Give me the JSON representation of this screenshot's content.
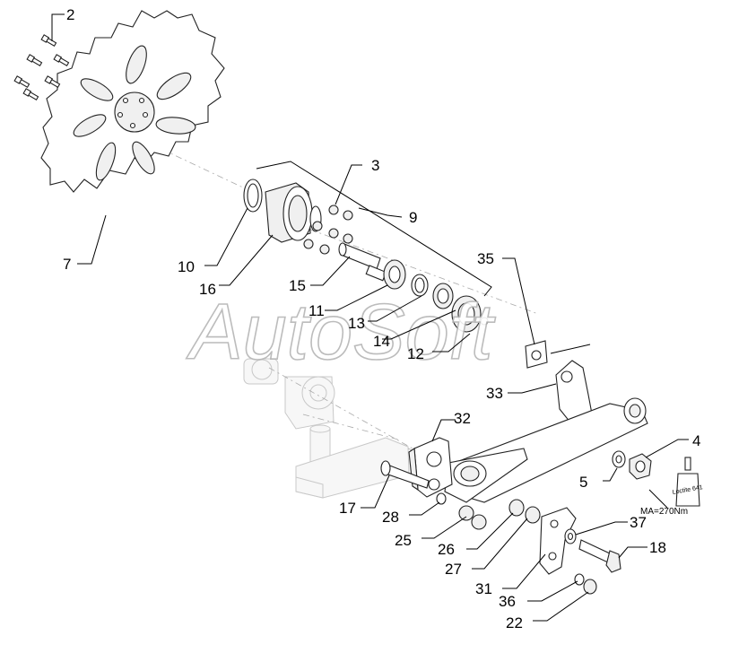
{
  "watermark": "AutoSoft",
  "torque_note": "MA=270Nm",
  "adhesive_label": "Loctite 641",
  "callouts": [
    "2",
    "3",
    "4",
    "5",
    "7",
    "9",
    "10",
    "11",
    "12",
    "13",
    "14",
    "15",
    "16",
    "17",
    "18",
    "22",
    "25",
    "26",
    "27",
    "28",
    "31",
    "32",
    "33",
    "35",
    "36",
    "37"
  ]
}
